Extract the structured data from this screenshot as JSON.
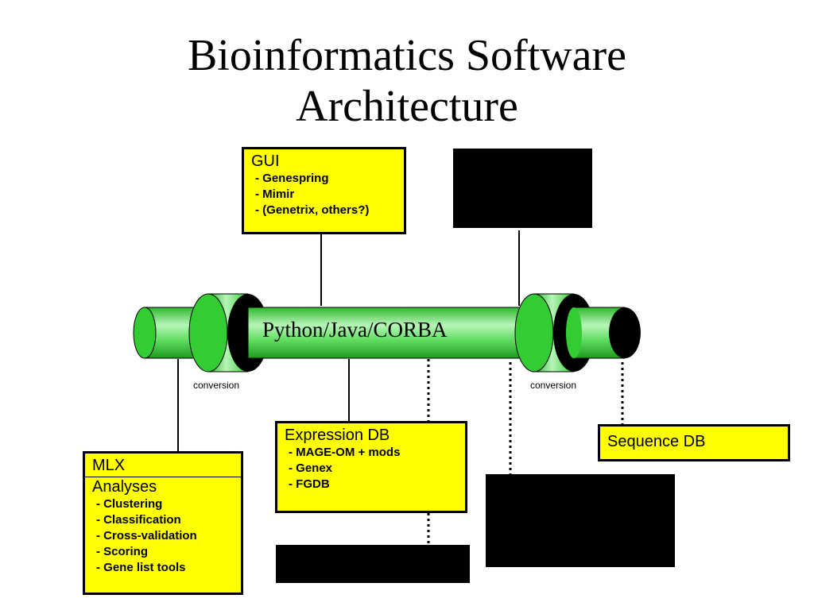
{
  "title": {
    "line1": "Bioinformatics Software",
    "line2": "Architecture"
  },
  "pipe_label": "Python/Java/CORBA",
  "conversion_left": "conversion",
  "conversion_right": "conversion",
  "gui_box": {
    "heading": "GUI",
    "items": [
      "- Genespring",
      "- Mimir",
      "- (Genetrix, others?)"
    ]
  },
  "expression_box": {
    "heading": "Expression DB",
    "items": [
      "- MAGE-OM + mods",
      "- Genex",
      "- FGDB"
    ]
  },
  "sequence_box": {
    "heading": "Sequence DB"
  },
  "mlx_box": {
    "heading": "MLX",
    "subheading": "Analyses",
    "items": [
      "- Clustering",
      "- Classification",
      "- Cross-validation",
      "- Scoring",
      "- Gene list tools"
    ]
  },
  "colors": {
    "box_fill": "#ffff00",
    "pipe_green": "#33cc33",
    "pipe_highlight": "#b8f5b8"
  }
}
